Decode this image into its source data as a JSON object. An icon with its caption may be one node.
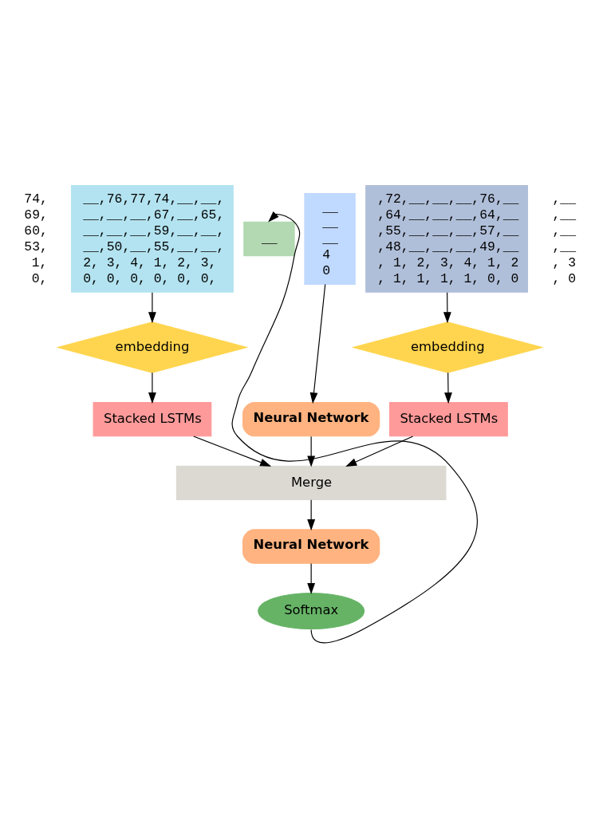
{
  "diagram": {
    "nodes": [
      {
        "text": [
          "__,76,77,74,__,__,",
          "__,__,__,67,__,65,",
          "__,__,__,59,__,__,",
          "__,50,__,55,__,__,",
          " 2, 3, 4, 1, 2, 3,",
          " 0, 0, 0, 0, 0, 0,"
        ]
      },
      {
        "text": [
          "__"
        ]
      },
      {
        "text": [
          "__",
          "__",
          "__",
          " 4",
          " 0"
        ]
      },
      {
        "text": [
          ",72,__,__,__,76,__",
          ",64,__,__,__,64,__",
          ",55,__,__,__,57,__",
          ",48,__,__,__,49,__",
          ", 1, 2, 3, 4, 1, 2",
          ", 1, 1, 1, 1, 0, 0"
        ]
      },
      {
        "text": [
          "embedding"
        ]
      },
      {
        "text": [
          "embedding"
        ]
      },
      {
        "text": [
          "Stacked LSTMs"
        ]
      },
      {
        "text": [
          "Stacked LSTMs"
        ]
      },
      {
        "text": [
          "Neural Network"
        ]
      },
      {
        "text": [
          "Merge"
        ]
      },
      {
        "text": [
          "Neural Network"
        ]
      },
      {
        "text": [
          "Softmax"
        ]
      }
    ],
    "edges": [
      {
        "from": 0,
        "to": 4,
        "arrow": "to"
      },
      {
        "from": 4,
        "to": 6,
        "arrow": "to"
      },
      {
        "from": 3,
        "to": 5,
        "arrow": "to"
      },
      {
        "from": 5,
        "to": 7,
        "arrow": "to"
      },
      {
        "from": 2,
        "to": 8,
        "arrow": "to"
      },
      {
        "from": 6,
        "to": 9,
        "arrow": "to"
      },
      {
        "from": 8,
        "to": 9,
        "arrow": "to"
      },
      {
        "from": 7,
        "to": 9,
        "arrow": "to"
      },
      {
        "from": 9,
        "to": 10,
        "arrow": "to"
      },
      {
        "from": 10,
        "to": 11,
        "arrow": "to"
      },
      {
        "from": 11,
        "to": 1,
        "arrow": "to"
      }
    ],
    "labels": [
      "74,",
      "69,",
      "60,",
      "53,",
      "1,",
      "0,",
      ",__",
      ",__",
      ",__",
      ",__",
      ", 3",
      ", 0"
    ]
  }
}
